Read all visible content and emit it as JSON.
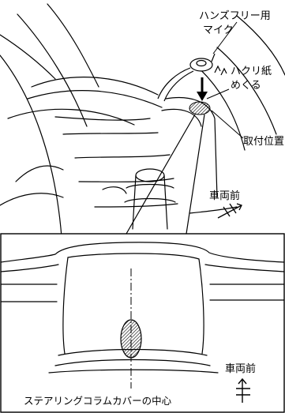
{
  "labels": {
    "handsfree_mic_line1": "ハンズフリー用",
    "handsfree_mic_line2": "マイク",
    "peel_paper_line1": "ハクリ紙",
    "peel_paper_line2": "めくる",
    "mount_position": "取付位置",
    "vehicle_front_top": "車両前",
    "vehicle_front_bottom": "車両前",
    "column_cover_center": "ステアリングコラムカバーの中心"
  }
}
